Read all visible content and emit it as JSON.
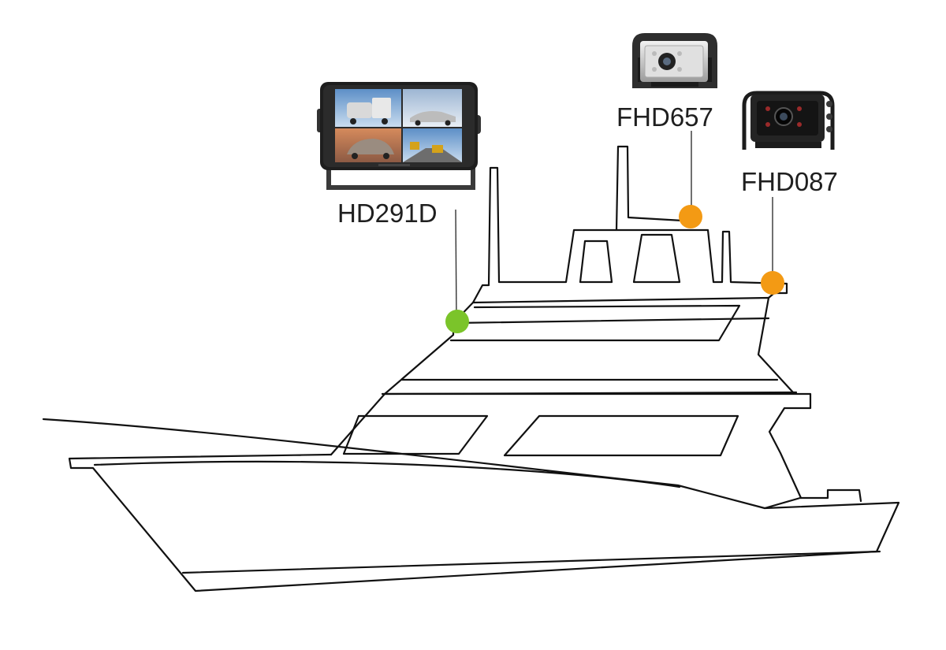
{
  "colors": {
    "background": "#ffffff",
    "outline": "#111111",
    "monitor_marker": "#7bc42a",
    "camera_marker": "#f39a14",
    "label_text": "#1f1f1f"
  },
  "devices": [
    {
      "id": "monitor",
      "label": "HD291D",
      "icon": "quad-view-monitor-icon",
      "marker_color": "#7bc42a"
    },
    {
      "id": "cam1",
      "label": "FHD657",
      "icon": "silver-camera-icon",
      "marker_color": "#f39a14"
    },
    {
      "id": "cam2",
      "label": "FHD087",
      "icon": "black-camera-icon",
      "marker_color": "#f39a14"
    }
  ]
}
